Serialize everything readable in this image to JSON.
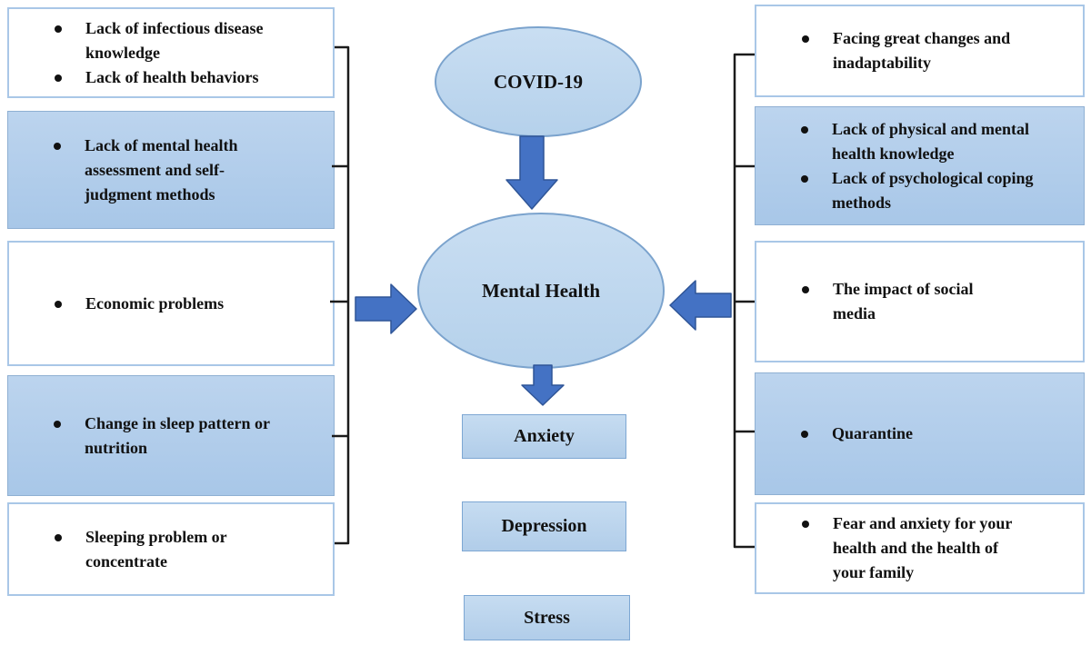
{
  "diagram": {
    "center": {
      "source": "COVID-19",
      "core": "Mental Health",
      "outcomes": [
        "Anxiety",
        "Depression",
        "Stress"
      ]
    },
    "left_boxes": [
      {
        "style": "white",
        "items": [
          "Lack of infectious disease knowledge",
          "Lack of health behaviors"
        ]
      },
      {
        "style": "blue",
        "items": [
          "Lack of mental health assessment and self-judgment methods"
        ]
      },
      {
        "style": "white",
        "items": [
          "Economic problems"
        ]
      },
      {
        "style": "blue",
        "items": [
          "Change in sleep pattern or nutrition"
        ]
      },
      {
        "style": "white",
        "items": [
          "Sleeping problem or concentrate"
        ]
      }
    ],
    "right_boxes": [
      {
        "style": "white",
        "items": [
          "Facing great changes and inadaptability"
        ]
      },
      {
        "style": "blue",
        "items": [
          "Lack of physical and mental health knowledge",
          "Lack of psychological coping methods"
        ]
      },
      {
        "style": "white",
        "items": [
          "The impact of social media"
        ]
      },
      {
        "style": "blue",
        "items": [
          "Quarantine"
        ]
      },
      {
        "style": "white",
        "items": [
          "Fear and anxiety for your health and the health of your family"
        ]
      }
    ],
    "colors": {
      "shape_fill": "#bdd7ee",
      "highlight_box_fill": "#aecbea",
      "white_box_border": "#a9c7e7",
      "arrow_fill": "#4472c4",
      "arrow_border": "#2f5597",
      "bracket_line": "#1b1b1b",
      "text": "#111111"
    }
  }
}
